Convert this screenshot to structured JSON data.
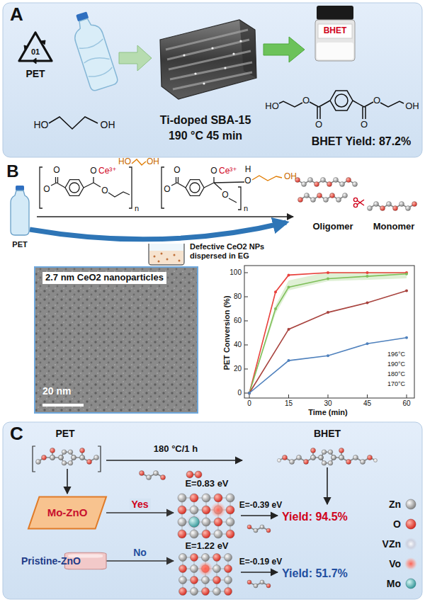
{
  "diagram": {
    "nodes": [
      {
        "text": [
          "A"
        ]
      },
      {
        "text": [
          "2.7 nm CeO2 nanoparticles",
          "20 nm"
        ]
      },
      {
        "text": [
          "C"
        ]
      },
      {
        "text": [
          "Mo-ZnO"
        ],
        "in": 2
      },
      {
        "text": [
          "E=0.83 eV"
        ],
        "in": 2
      },
      {
        "text": [
          "Pristine-ZnO"
        ],
        "in": 2
      },
      {
        "text": [
          "E=1.22 eV"
        ],
        "in": 2
      }
    ],
    "edges": [
      {
        "from": 3,
        "to": 4,
        "label": "Yes",
        "arrow": "to"
      },
      {
        "from": 5,
        "to": 6,
        "label": "No",
        "arrow": "to"
      }
    ],
    "labels": [
      "01",
      "PET",
      "HO",
      "OH",
      "Ti-doped SBA-15",
      "190 °C 45 min",
      "BHET",
      "HO",
      "O",
      "O",
      "O",
      "O",
      "OH",
      "BHET Yield: 87.2%",
      "B",
      "PET",
      "O",
      "O",
      "O",
      "Ce³⁺",
      "HO",
      "OH",
      "O",
      "n",
      "O",
      "O",
      "O",
      "Ce³⁺",
      "H",
      "O",
      "OH",
      "O",
      "n",
      "Oligomer",
      "Monomer",
      "Defective CeO2 NPs dispersed in EG",
      "0",
      "20",
      "40",
      "60",
      "80",
      "100",
      "0",
      "15",
      "30",
      "45",
      "60",
      "PET Conversion (%)",
      "Time (min)",
      "PET",
      "180 °C/1 h",
      "BHET",
      "E=-0.39 eV",
      "Yield: 94.5%",
      "E=-0.19 eV",
      "Yield: 51.7%"
    ],
    "legend": [
      {
        "text": "196°C"
      },
      {
        "text": "190°C"
      },
      {
        "text": "180°C"
      },
      {
        "text": "170°C"
      },
      {
        "text": "Zn"
      },
      {
        "text": "O"
      },
      {
        "text": "VZn"
      },
      {
        "text": "Vo"
      },
      {
        "text": "Mo"
      }
    ]
  }
}
